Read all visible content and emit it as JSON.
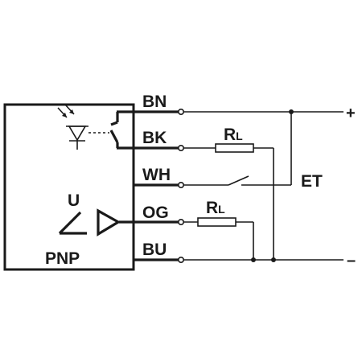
{
  "pins": {
    "bn": "BN",
    "bk": "BK",
    "wh": "WH",
    "og": "OG",
    "bu": "BU"
  },
  "resistor_top": {
    "main": "R",
    "sub": "L"
  },
  "resistor_bottom": {
    "main": "R",
    "sub": "L"
  },
  "output_label": "U",
  "sensor_type": "PNP",
  "emitter_label": "ET",
  "supply": {
    "plus": "+",
    "minus": "–"
  },
  "icons": [
    "led-icon",
    "relay-contact-icon",
    "switch-icon",
    "analog-amplifier-icon",
    "resistor-icon"
  ]
}
